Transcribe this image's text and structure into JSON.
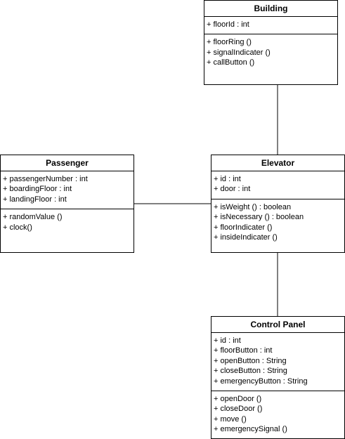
{
  "classes": {
    "building": {
      "name": "Building",
      "attributes": [
        "+ floorId : int"
      ],
      "methods": [
        "+ floorRing ()",
        "+ signalIndicater ()",
        "+ callButton ()"
      ]
    },
    "passenger": {
      "name": "Passenger",
      "attributes": [
        "+ passengerNumber : int",
        "+ boardingFloor : int",
        "+ landingFloor : int"
      ],
      "methods": [
        "+ randomValue ()",
        "+ clock()"
      ]
    },
    "elevator": {
      "name": "Elevator",
      "attributes": [
        "+ id : int",
        "+ door : int"
      ],
      "methods": [
        "+ isWeight () : boolean",
        "+ isNecessary () : boolean",
        "+ floorIndicater ()",
        "+ insideIndicater ()"
      ]
    },
    "control_panel": {
      "name": "Control Panel",
      "attributes": [
        "+ id : int",
        "+ floorButton : int",
        "+ openButton : String",
        "+ closeButton : String",
        "+ emergencyButton : String"
      ],
      "methods": [
        "+ openDoor ()",
        "+ closeDoor ()",
        "+ move ()",
        "+ emergencySignal ()"
      ]
    }
  },
  "associations": [
    {
      "from": "building",
      "to": "elevator"
    },
    {
      "from": "passenger",
      "to": "elevator"
    },
    {
      "from": "elevator",
      "to": "control_panel"
    }
  ]
}
